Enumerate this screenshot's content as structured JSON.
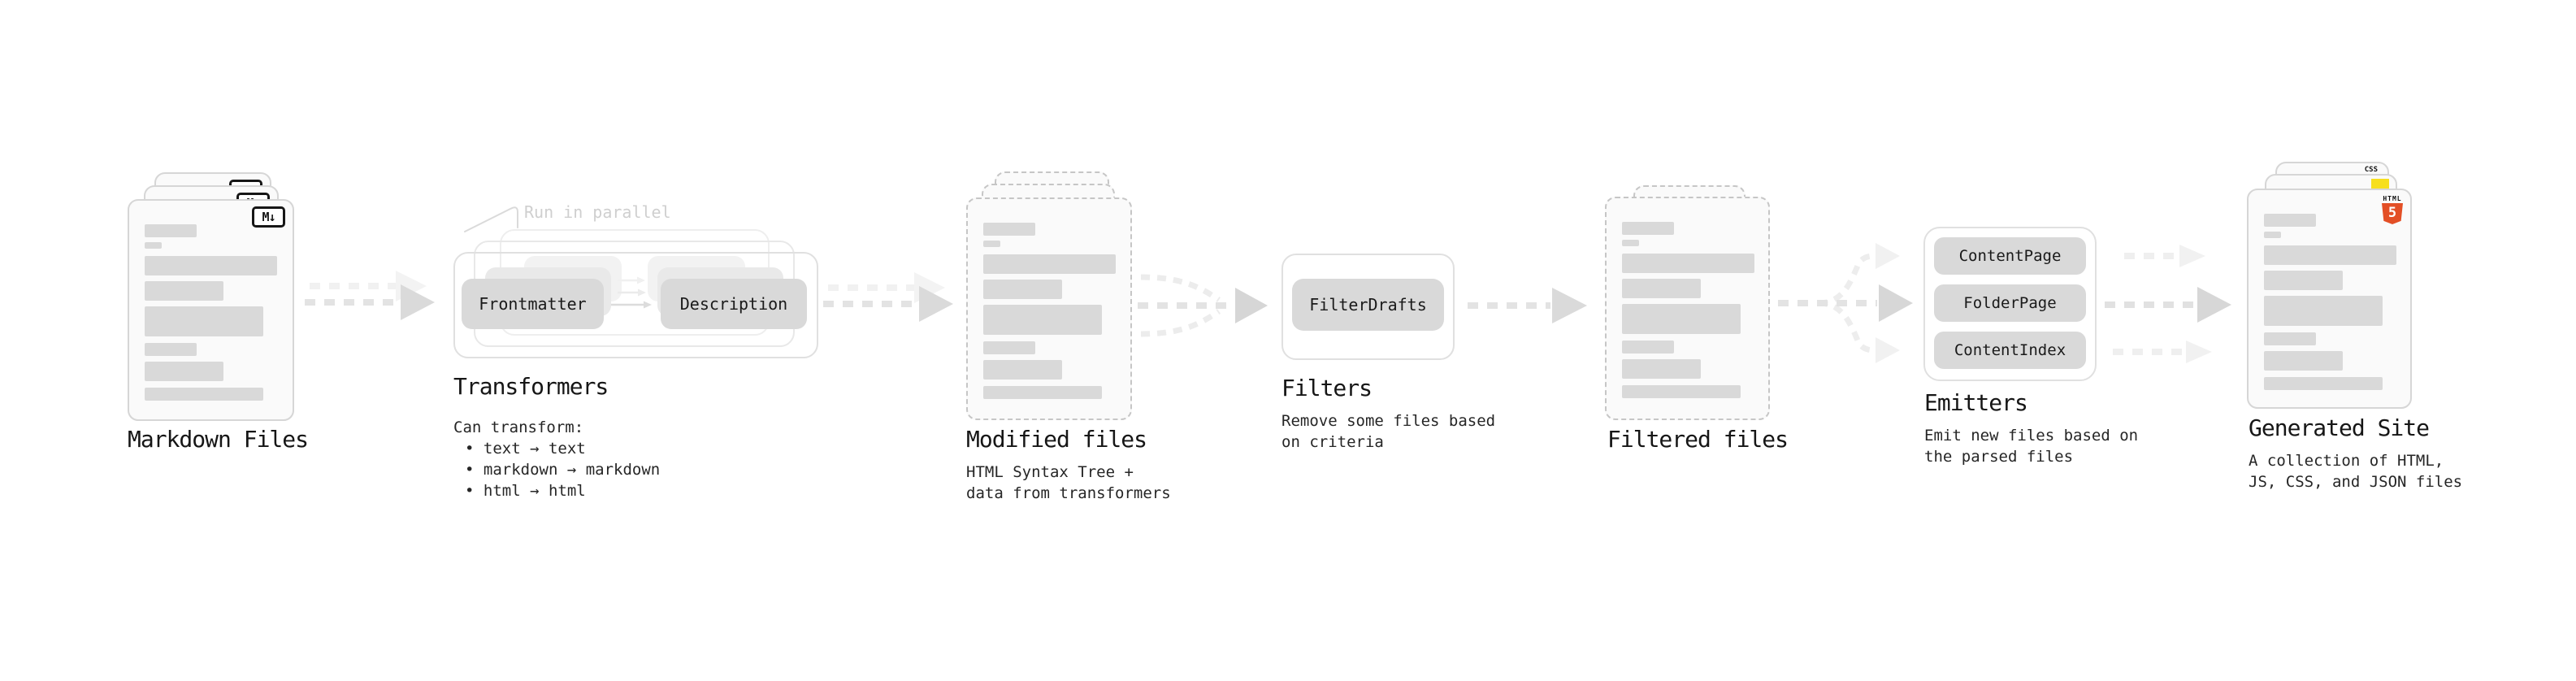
{
  "pipeline": {
    "markdown_files": {
      "title": "Markdown Files",
      "badge_label": "M↓"
    },
    "transformers": {
      "annotation": "Run in parallel",
      "input_box_label": "Frontmatter",
      "output_box_label": "Description",
      "title": "Transformers",
      "description_heading": "Can transform:",
      "bullets": [
        "• text → text",
        "• markdown → markdown",
        "• html → html"
      ]
    },
    "modified_files": {
      "title": "Modified files",
      "subtitle": "HTML Syntax Tree +\ndata from transformers"
    },
    "filters": {
      "title": "Filters",
      "filter_box_label": "FilterDrafts",
      "subtitle": "Remove some files based\non criteria"
    },
    "filtered_files": {
      "title": "Filtered files"
    },
    "emitters": {
      "title": "Emitters",
      "emitter_labels": [
        "ContentPage",
        "FolderPage",
        "ContentIndex"
      ],
      "subtitle": "Emit new files based on\nthe parsed files"
    },
    "generated_site": {
      "title": "Generated Site",
      "subtitle": "A collection of HTML,\nJS, CSS, and JSON files",
      "css_badge_label": "CSS",
      "html_badge_label": "HTML",
      "html_badge_number": "5"
    },
    "colors": {
      "html5_orange": "#e34f26",
      "js_yellow": "#f7df1e",
      "css_blue": "#2965f1"
    }
  }
}
